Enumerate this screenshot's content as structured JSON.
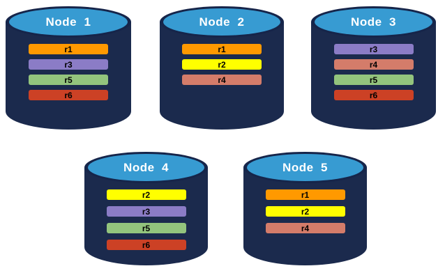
{
  "diagram": {
    "description": "Five database nodes with replica placement",
    "background": "#ffffff"
  },
  "colors": {
    "cylinder_body": "#1B2A4D",
    "cylinder_cap_ring": "#16254A",
    "cylinder_cap_top": "#379BD2",
    "title_text": "#ffffff",
    "bar_text": "#000000"
  },
  "replica_colors": {
    "r1": "#FF9900",
    "r2": "#FFFF00",
    "r3": "#8B7CC6",
    "r4": "#D47C6A",
    "r5": "#93C47D",
    "r6": "#CC4125"
  },
  "nodes": [
    {
      "label": "Node  1",
      "replicas": [
        "r1",
        "r3",
        "r5",
        "r6"
      ]
    },
    {
      "label": "Node  2",
      "replicas": [
        "r1",
        "r2",
        "r4"
      ]
    },
    {
      "label": "Node  3",
      "replicas": [
        "r3",
        "r4",
        "r5",
        "r6"
      ]
    },
    {
      "label": "Node  4",
      "replicas": [
        "r2",
        "r3",
        "r5",
        "r6"
      ]
    },
    {
      "label": "Node  5",
      "replicas": [
        "r1",
        "r2",
        "r4"
      ]
    }
  ]
}
